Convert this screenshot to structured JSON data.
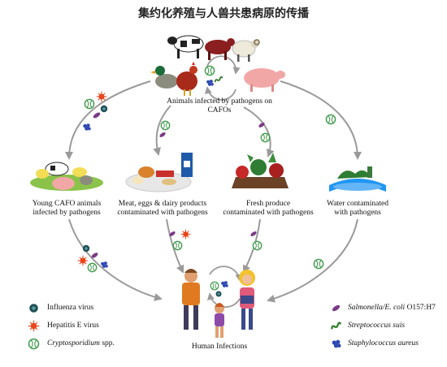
{
  "title": "集约化养殖与人兽共患病原的传播",
  "nodes": {
    "cafo": "Animals infected by pathogens on CAFOs",
    "young": "Young CAFO animals\ninfected by pathogens",
    "meat": "Meat, eggs & dairy products\ncontaminated with pathogens",
    "produce": "Fresh produce\ncontaminated with pathogens",
    "water": "Water contaminated\nwith pathogens",
    "human": "Human Infections"
  },
  "legend": {
    "influenza": "Influenza virus",
    "hepatitis": "Hepatitis E virus",
    "crypto_italic": "Cryptosporidium",
    "crypto_rest": " spp.",
    "salmonella_italic": "Salmonella/E. coli",
    "salmonella_rest": " O157:H7",
    "strepto": "Streptococcus suis",
    "staph": "Staphylococcus aureus"
  },
  "colors": {
    "arrow": "#9a9a9a",
    "influenza": "#1f4f56",
    "hepatitis": "#e8461c",
    "crypto": "#3f9a4a",
    "salmonella": "#7a3a86",
    "strepto": "#2f7d2a",
    "staph": "#2f49b3"
  }
}
